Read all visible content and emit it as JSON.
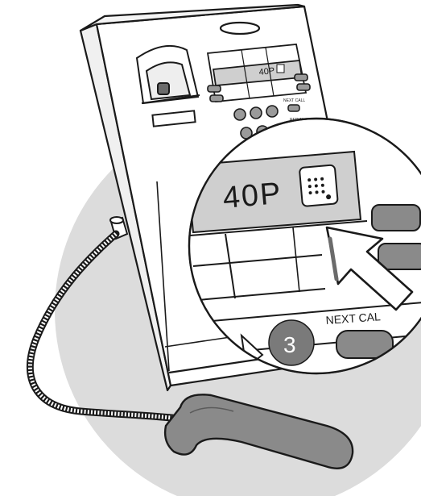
{
  "illustration": {
    "subject": "payphone",
    "display_small": "40P",
    "display_large": "40P",
    "next_call_small": "NEXT CALL",
    "redial_small": "REDIAL",
    "next_call_zoom": "NEXT CAL",
    "step_badge": "3",
    "colors": {
      "background_disc": "#dcdcdc",
      "phone_body": "#ffffff",
      "outline": "#1a1a1a",
      "handset": "#8a8a8a",
      "lcd": "#cfcfcf",
      "badge": "#7a7a7a",
      "arrow_fill": "#ffffff"
    }
  }
}
